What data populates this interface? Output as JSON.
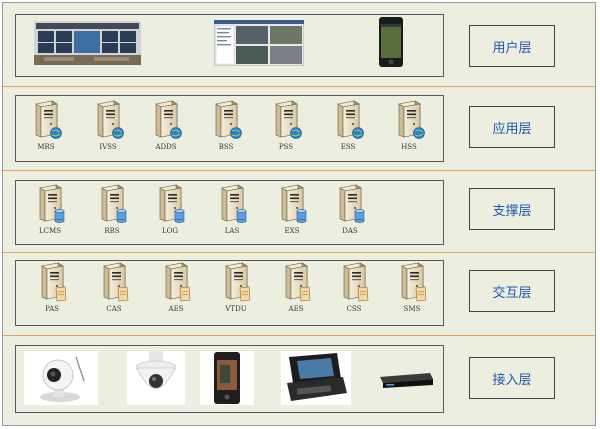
{
  "layers": [
    {
      "id": "user",
      "label": "用户层"
    },
    {
      "id": "app",
      "label": "应用层",
      "servers": [
        "MRS",
        "IVSS",
        "ADDS",
        "BSS",
        "PSS",
        "ESS",
        "HSS"
      ]
    },
    {
      "id": "support",
      "label": "支撑层",
      "servers": [
        "LCMS",
        "RBS",
        "LOG",
        "LAS",
        "EXS",
        "DAS"
      ]
    },
    {
      "id": "interact",
      "label": "交互层",
      "servers": [
        "PAS",
        "CAS",
        "AES",
        "VTDU",
        "AES",
        "CSS",
        "SMS"
      ]
    },
    {
      "id": "access",
      "label": "接入层"
    }
  ],
  "user_devices": [
    "video-wall-icon",
    "client-software-screen-icon",
    "smartphone-icon"
  ],
  "access_devices": [
    "ip-camera-icon",
    "ptz-dome-camera-icon",
    "body-camera-icon",
    "portable-case-terminal-icon",
    "nvr-recorder-icon"
  ],
  "colors": {
    "background": "#ecefe0",
    "separator": "#f0a050",
    "label_text": "#1d57b3",
    "server_body": "#e8dcc0",
    "app_badge": "#2f7fd0",
    "db_badge": "#5aa0e0",
    "doc_badge": "#f4d9a0"
  }
}
